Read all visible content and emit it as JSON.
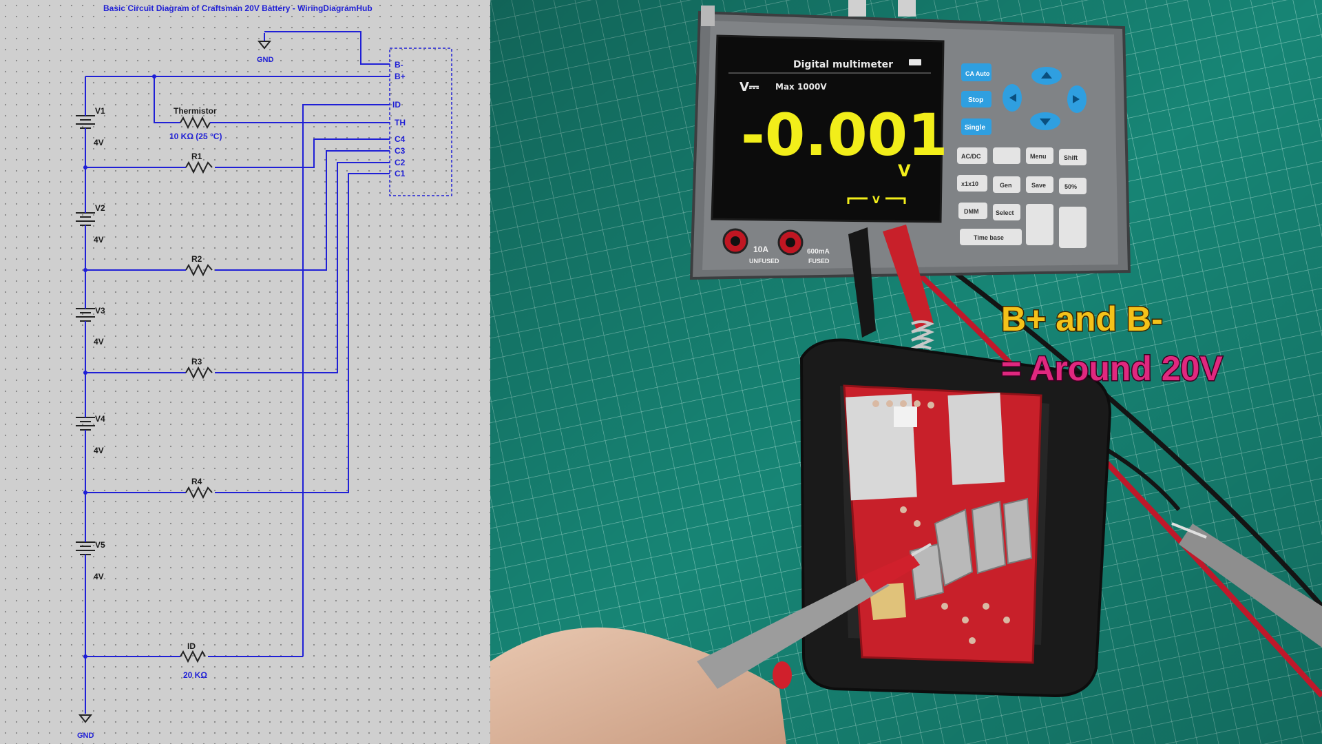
{
  "schematic": {
    "title": "Basic Circuit Diagram of Craftsman 20V Battery - WiringDiagramHub",
    "gnd_top": "GND",
    "gnd_bottom": "GND",
    "connector_pins": [
      "B-",
      "B+",
      "ID",
      "TH",
      "C4",
      "C3",
      "C2",
      "C1"
    ],
    "thermistor": {
      "name": "Thermistor",
      "value": "10 KΩ (25 °C)"
    },
    "cells": [
      {
        "name": "V1",
        "value": "4V"
      },
      {
        "name": "V2",
        "value": "4V"
      },
      {
        "name": "V3",
        "value": "4V"
      },
      {
        "name": "V4",
        "value": "4V"
      },
      {
        "name": "V5",
        "value": "4V"
      }
    ],
    "resistors": [
      "R1",
      "R2",
      "R3",
      "R4"
    ],
    "id_resistor": {
      "name": "ID",
      "value": "20 KΩ"
    }
  },
  "photo": {
    "overlay_line1": "B+ and B-",
    "overlay_line2": "= Around 20V",
    "multimeter": {
      "screen_title": "Digital multimeter",
      "mode": "V⎓",
      "range": "Max 1000V",
      "reading": "-0.001",
      "unit": "V",
      "bracket_unit": "V",
      "jack_10a": "10A",
      "jack_10a_sub": "UNFUSED",
      "jack_ma": "600mA",
      "jack_ma_sub": "FUSED",
      "keys": [
        "CA Auto",
        "Stop",
        "Single",
        "AC/DC",
        "Menu",
        "Shift",
        "x1x10",
        "Gen",
        "Save",
        "50%",
        "DMM",
        "Select",
        "Time base"
      ]
    },
    "colors": {
      "mat": "#1a8a7a",
      "board": "#c8202a",
      "overlay_top": "#f4c21a",
      "overlay_bottom": "#e0287f"
    }
  }
}
